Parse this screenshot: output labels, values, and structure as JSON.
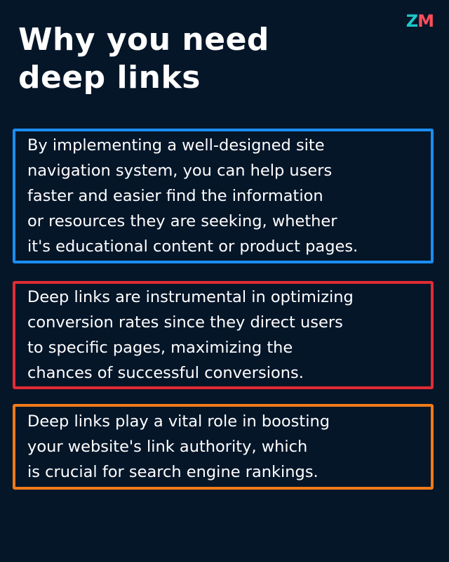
{
  "logo": {
    "left_letter": "Z",
    "right_letter": "M",
    "colors": {
      "left": "#1ec8c8",
      "right": "#ff4d5a"
    }
  },
  "title": "Why you need\ndeep links",
  "cards": [
    {
      "text": "By implementing a well-designed site\nnavigation system, you can help users\nfaster and easier find the information\nor resources they are seeking, whether\nit's educational content or product pages.",
      "border_color": "#1b8ef2"
    },
    {
      "text": "Deep links are instrumental in optimizing\nconversion rates since they direct users\nto specific pages, maximizing the\nchances of successful conversions.",
      "border_color": "#e22b34"
    },
    {
      "text": "Deep links play a vital role in boosting\nyour website's link authority, which\nis crucial for search engine rankings.",
      "border_color": "#f07a19"
    }
  ],
  "background_color": "#061629"
}
